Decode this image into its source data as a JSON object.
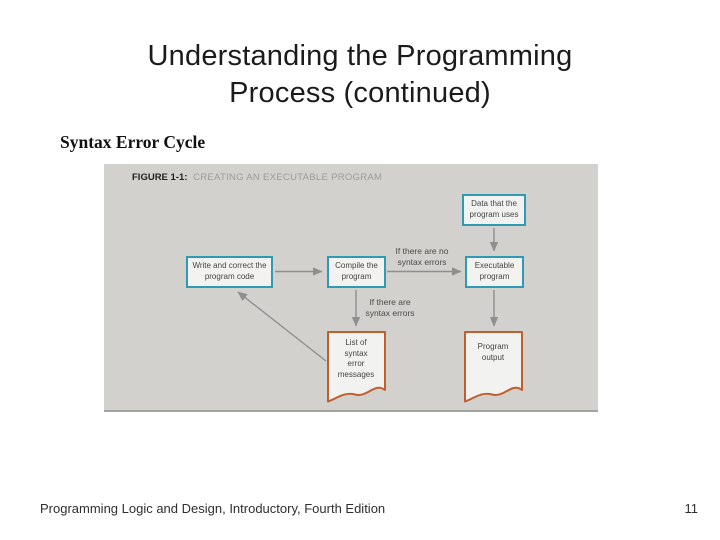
{
  "slide": {
    "title_line1": "Understanding the Programming",
    "title_line2": "Process (continued)",
    "subtitle": "Syntax Error Cycle",
    "footer": "Programming Logic and Design, Introductory, Fourth Edition",
    "page_number": "11"
  },
  "figure": {
    "label": "FIGURE 1-1:",
    "caption": "CREATING AN EXECUTABLE PROGRAM",
    "boxes": {
      "data": "Data that the program uses",
      "write": "Write and correct the program code",
      "compile": "Compile the program",
      "executable": "Executable program"
    },
    "documents": {
      "errors": "List of syntax error messages",
      "output": "Program output"
    },
    "labels": {
      "no_errors": "If there are no syntax errors",
      "errors": "If there are syntax errors"
    },
    "colors": {
      "panel_bg": "#d3d1ce",
      "process_box_border": "#2f9ab5",
      "document_border": "#bf5f2e",
      "arrow": "#8f8f8f",
      "shape_fill": "#f2f2f0"
    }
  }
}
